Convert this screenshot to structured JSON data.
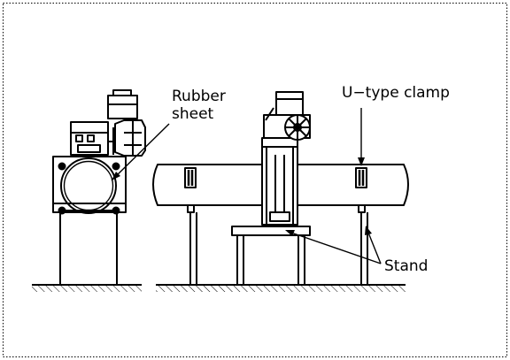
{
  "labels": {
    "rubber_sheet_line1": "Rubber",
    "rubber_sheet_line2": "sheet",
    "u_type_clamp": "U−type clamp",
    "stand": "Stand"
  },
  "colors": {
    "line": "#000000",
    "background": "#ffffff"
  }
}
